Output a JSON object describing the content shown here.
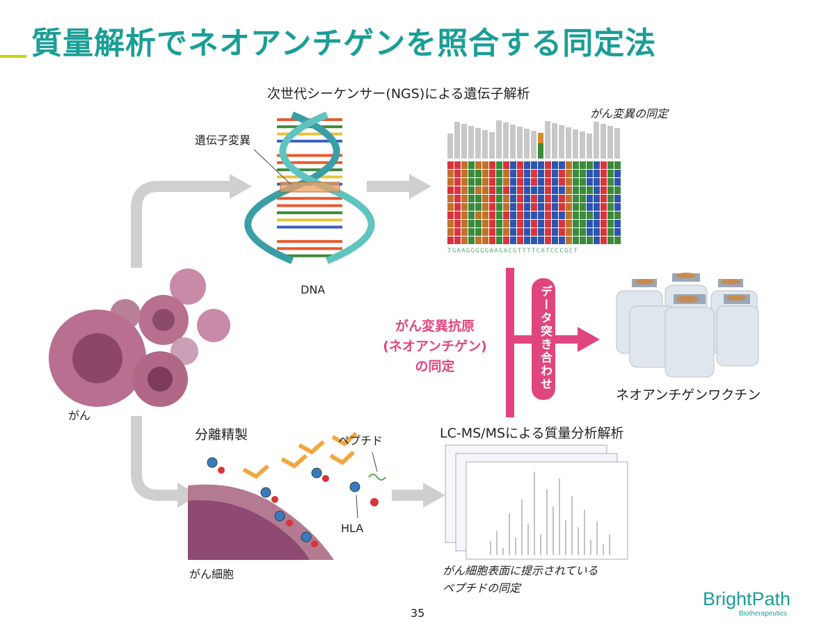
{
  "title": "質量解析でネオアンチゲンを照合する同定法",
  "ngs": {
    "heading": "次世代シーケンサー(NGS)による遺伝子解析",
    "mutation_label": "遺伝子変異",
    "dna_label": "DNA",
    "identify_label": "がん変異の同定",
    "sequence": "TGAAGGGGGAAGACGTTTTCATCCCGCT"
  },
  "cancer_label": "がん",
  "purify": {
    "heading": "分離精製",
    "peptide_label": "ペプチド",
    "hla_label": "HLA",
    "cell_label": "がん細胞"
  },
  "lcms": {
    "heading": "LC-MS/MSによる質量分析解析",
    "caption_line1": "がん細胞表面に提示されている",
    "caption_line2": "ペプチドの同定"
  },
  "antigen": {
    "line1": "がん変異抗原",
    "line2": "(ネオアンチゲン)",
    "line3": "の同定"
  },
  "match_label": "データ突き合わせ",
  "vaccine_label": "ネオアンチゲンワクチン",
  "page_number": "35",
  "logo": {
    "name": "BrightPath",
    "sub": "Biotherapeutics"
  },
  "colors": {
    "teal": "#1a9e96",
    "pink": "#e0457f",
    "lime": "#c8d400",
    "arrow_gray": "#cfcfcf"
  }
}
